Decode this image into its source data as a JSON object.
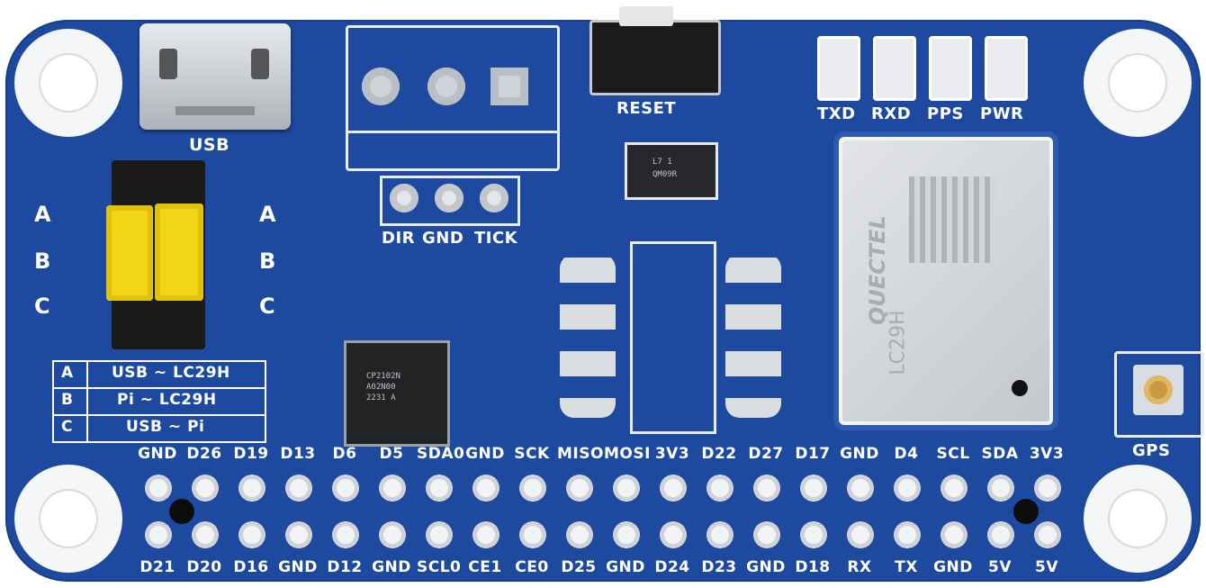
{
  "board": {
    "colors": {
      "pcb": "#1e4aa0",
      "silk": "#ffffff",
      "gold": "#d4a64a",
      "jumper": "#f2d516"
    },
    "usb_label": "USB",
    "reset_label": "RESET",
    "uart_labels": [
      "DIR",
      "GND",
      "TICK"
    ],
    "leds": [
      "TXD",
      "RXD",
      "PPS",
      "PWR"
    ],
    "jumper_labels": [
      "A",
      "B",
      "C"
    ],
    "mode_table": [
      {
        "key": "A",
        "desc": "USB ~ LC29H"
      },
      {
        "key": "B",
        "desc": "Pi ~ LC29H"
      },
      {
        "key": "C",
        "desc": "USB ~ Pi"
      }
    ],
    "top_pins": [
      "GND",
      "D26",
      "D19",
      "D13",
      "D6",
      "D5",
      "SDA0",
      "GND",
      "SCK",
      "MISO",
      "MOSI",
      "3V3",
      "D22",
      "D27",
      "D17",
      "GND",
      "D4",
      "SCL",
      "SDA",
      "3V3"
    ],
    "bottom_pins": [
      "D21",
      "D20",
      "D16",
      "GND",
      "D12",
      "GND",
      "SCL0",
      "CE1",
      "CE0",
      "D25",
      "GND",
      "D24",
      "D23",
      "GND",
      "D18",
      "RX",
      "TX",
      "GND",
      "5V",
      "5V"
    ],
    "module": {
      "brand": "QUECTEL",
      "model": "LC29H"
    },
    "gps_label": "GPS",
    "chip_marks": {
      "usb_bridge": [
        "CP2102N",
        "A02N00",
        "2231 A"
      ],
      "regulator": [
        "L7 1",
        "QM09R"
      ]
    }
  }
}
